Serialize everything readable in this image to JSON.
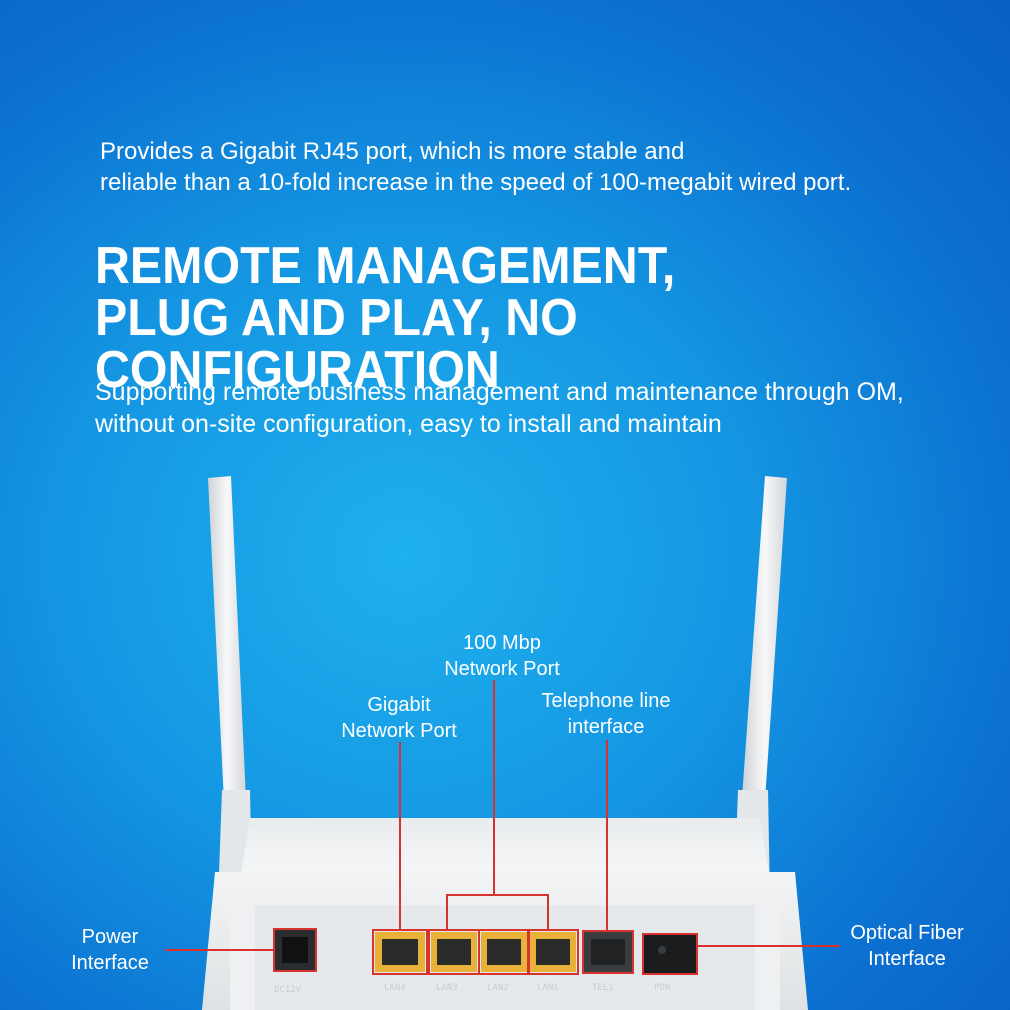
{
  "intro": {
    "line1": "Provides a Gigabit RJ45 port, which is more stable and",
    "line2": "reliable than a 10-fold increase in the speed of 100-megabit wired port."
  },
  "headline": {
    "line1": "REMOTE MANAGEMENT,",
    "line2": "PLUG AND PLAY, NO CONFIGURATION"
  },
  "subtext": {
    "line1": "Supporting remote business management and maintenance through OM,",
    "line2": "without on-site configuration, easy to install and maintain"
  },
  "callouts": {
    "mbp_line1": "100 Mbp",
    "mbp_line2": "Network Port",
    "gigabit_line1": "Gigabit",
    "gigabit_line2": "Network Port",
    "telephone_line1": "Telephone line",
    "telephone_line2": "interface",
    "power_line1": "Power",
    "power_line2": "Interface",
    "fiber_line1": "Optical Fiber",
    "fiber_line2": "Interface"
  },
  "ports": {
    "dc": "DC12V",
    "lan4": "LAN4",
    "lan3": "LAN3",
    "lan2": "LAN2",
    "lan1": "LAN1",
    "tel": "TEL1",
    "pon": "PON"
  },
  "colors": {
    "background": "#1496e2",
    "callout_line": "#d8322e",
    "lan_port": "#e8b23a",
    "router_body": "#f2f3f4"
  }
}
